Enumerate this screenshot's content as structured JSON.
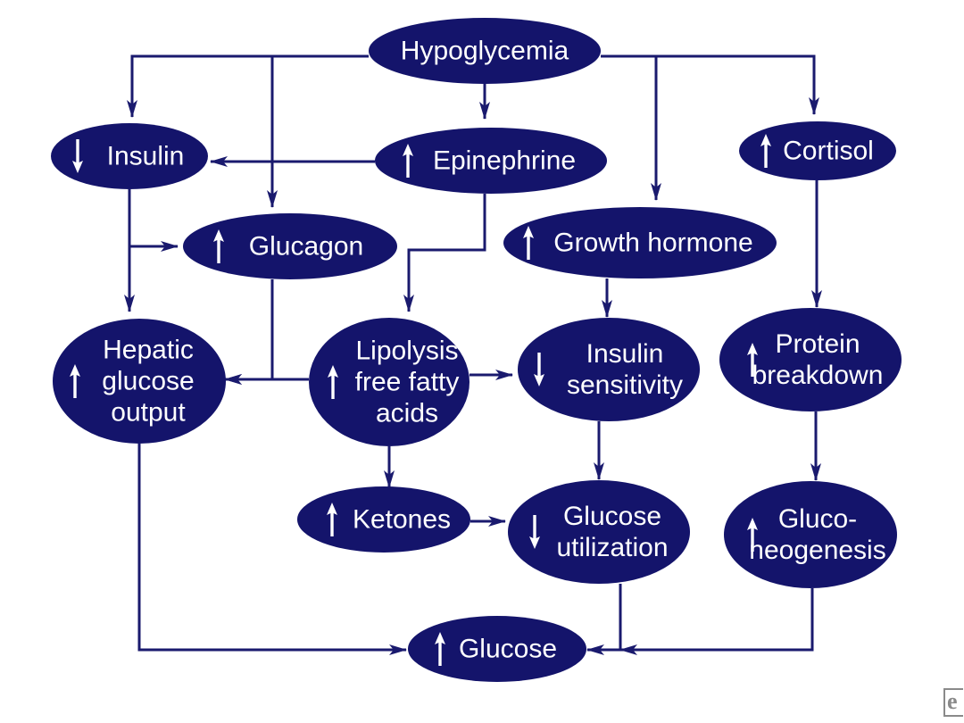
{
  "colors": {
    "node": "#14146b",
    "edge": "#1a1a6e",
    "text": "#ffffff",
    "background": "#ffffff"
  },
  "nodes": [
    {
      "id": "hypoglycemia",
      "lines": [
        "Hypoglycemia"
      ],
      "arrow": ""
    },
    {
      "id": "insulin",
      "lines": [
        "Insulin"
      ],
      "arrow": "down"
    },
    {
      "id": "epinephrine",
      "lines": [
        "Epinephrine"
      ],
      "arrow": "up"
    },
    {
      "id": "cortisol",
      "lines": [
        "Cortisol"
      ],
      "arrow": "up"
    },
    {
      "id": "glucagon",
      "lines": [
        "Glucagon"
      ],
      "arrow": "up"
    },
    {
      "id": "growth-hormone",
      "lines": [
        "Growth hormone"
      ],
      "arrow": "up"
    },
    {
      "id": "hepatic-glucose-output",
      "lines": [
        "Hepatic",
        "glucose",
        "output"
      ],
      "arrow": "up"
    },
    {
      "id": "lipolysis",
      "lines": [
        "Lipolysis",
        "free fatty",
        "acids"
      ],
      "arrow": "up"
    },
    {
      "id": "insulin-sensitivity",
      "lines": [
        "Insulin",
        "sensitivity"
      ],
      "arrow": "down"
    },
    {
      "id": "protein-breakdown",
      "lines": [
        "Protein",
        "breakdown"
      ],
      "arrow": "up"
    },
    {
      "id": "ketones",
      "lines": [
        "Ketones"
      ],
      "arrow": "up"
    },
    {
      "id": "glucose-utilization",
      "lines": [
        "Glucose",
        "utilization"
      ],
      "arrow": "down"
    },
    {
      "id": "gluconeogenesis",
      "lines": [
        "Gluco-",
        "neogenesis"
      ],
      "arrow": "up"
    },
    {
      "id": "glucose",
      "lines": [
        "Glucose"
      ],
      "arrow": "up"
    }
  ],
  "edges": [
    {
      "from": "hypoglycemia",
      "to": "insulin"
    },
    {
      "from": "hypoglycemia",
      "to": "glucagon"
    },
    {
      "from": "hypoglycemia",
      "to": "epinephrine"
    },
    {
      "from": "hypoglycemia",
      "to": "growth-hormone"
    },
    {
      "from": "hypoglycemia",
      "to": "cortisol"
    },
    {
      "from": "epinephrine",
      "to": "insulin"
    },
    {
      "from": "insulin",
      "to": "glucagon"
    },
    {
      "from": "insulin",
      "to": "hepatic-glucose-output"
    },
    {
      "from": "epinephrine",
      "to": "lipolysis"
    },
    {
      "from": "glucagon",
      "to": "hepatic-glucose-output"
    },
    {
      "from": "lipolysis",
      "to": "hepatic-glucose-output"
    },
    {
      "from": "lipolysis",
      "to": "insulin-sensitivity"
    },
    {
      "from": "growth-hormone",
      "to": "insulin-sensitivity"
    },
    {
      "from": "cortisol",
      "to": "protein-breakdown"
    },
    {
      "from": "lipolysis",
      "to": "ketones"
    },
    {
      "from": "insulin-sensitivity",
      "to": "glucose-utilization"
    },
    {
      "from": "ketones",
      "to": "glucose-utilization"
    },
    {
      "from": "protein-breakdown",
      "to": "gluconeogenesis"
    },
    {
      "from": "hepatic-glucose-output",
      "to": "glucose"
    },
    {
      "from": "glucose-utilization",
      "to": "glucose"
    },
    {
      "from": "gluconeogenesis",
      "to": "glucose"
    }
  ],
  "logo": {
    "text": "e"
  }
}
